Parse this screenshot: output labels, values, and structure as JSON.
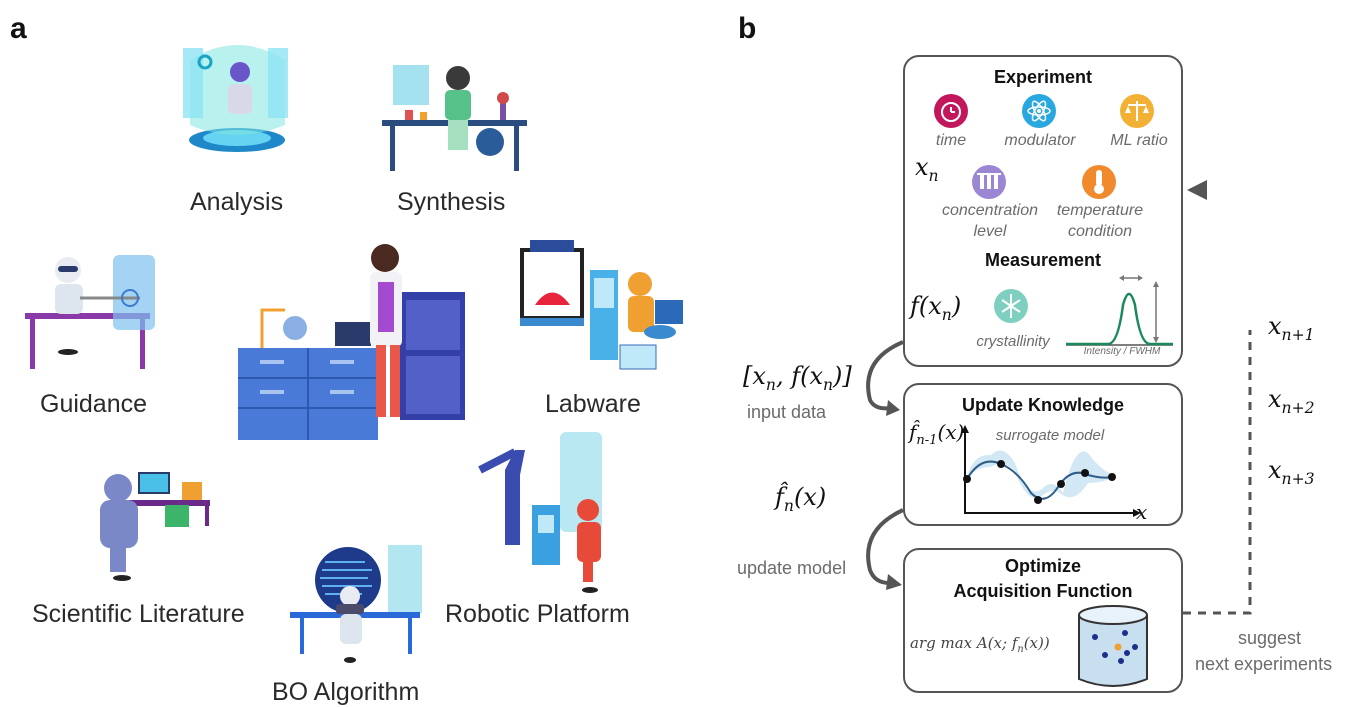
{
  "panel_a": {
    "letter": "a",
    "roles": [
      "Analysis",
      "Synthesis",
      "Guidance",
      "Labware",
      "Scientific Literature",
      "Robotic Platform",
      "BO Algorithm"
    ]
  },
  "panel_b": {
    "letter": "b",
    "experiment": {
      "title": "Experiment",
      "params": [
        {
          "label": "time",
          "icon": "alarm-clock-icon",
          "color": "#c2185b"
        },
        {
          "label": "modulator",
          "icon": "atom-icon",
          "color": "#29a8e0"
        },
        {
          "label": "ML ratio",
          "icon": "balance-scale-icon",
          "color": "#f2b134"
        },
        {
          "label": "concentration level",
          "icon": "test-tubes-icon",
          "color": "#9b86d4"
        },
        {
          "label": "temperature condition",
          "icon": "thermometer-icon",
          "color": "#f08a2c"
        }
      ],
      "var_symbol": "x",
      "var_sub": "n"
    },
    "measurement": {
      "title": "Measurement",
      "func_symbol": "f(x",
      "func_sub": "n",
      "func_close": ")",
      "crystallinity_label": "crystallinity",
      "peak_label": "Intensity / FWHM"
    },
    "update_knowledge": {
      "title": "Update Knowledge",
      "surrogate_label": "surrogate model",
      "func_sub": "n-1",
      "axis_x": "x"
    },
    "optimize": {
      "title_line1": "Optimize",
      "title_line2": "Acquisition Function",
      "argmax": "arg max A(x; f",
      "argmax_sub": "n",
      "argmax_end": "(x))"
    },
    "left_labels": {
      "input_data_math": "[x",
      "input_data": "input data",
      "update_model": "update model",
      "fhat_sub": "n"
    },
    "right_labels": {
      "suggest": "suggest",
      "next_experiments": "next experiments",
      "x_subs": [
        "n+1",
        "n+2",
        "n+3"
      ]
    },
    "colors": {
      "box_border": "#555555",
      "curve": "#1b8a5a",
      "surrogate_curve": "#2e5d8a",
      "band": "#cde6f4",
      "cylinder_fill": "#c8dff0"
    }
  }
}
